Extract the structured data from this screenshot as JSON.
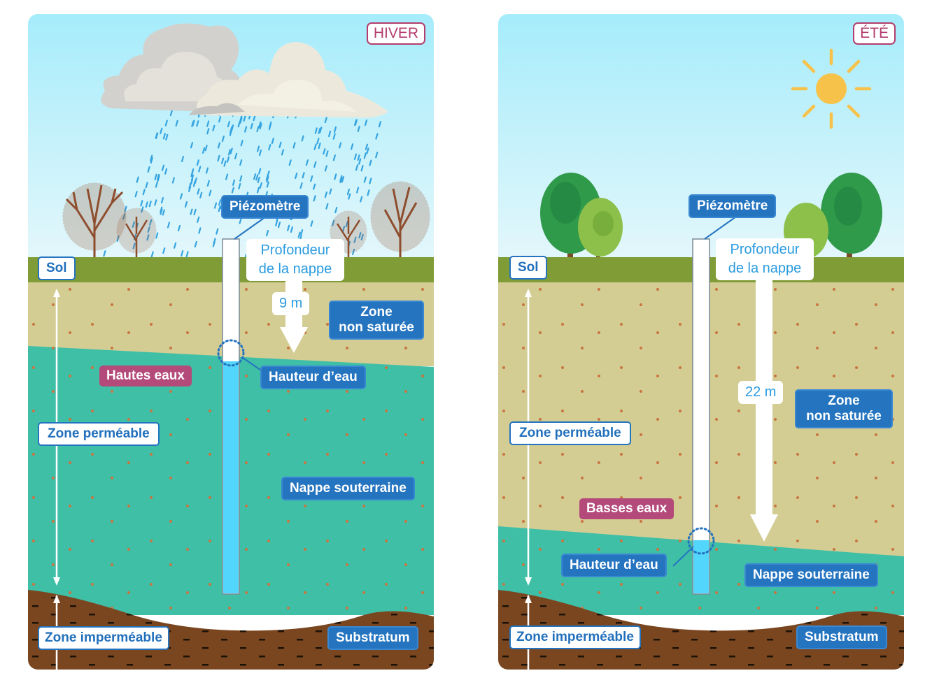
{
  "panels": [
    {
      "id": "hiver",
      "season": "HIVER",
      "weather_icon": "rain-cloud-icon",
      "tree_type": "bare-tree-icon",
      "labels": {
        "piezometre": "Piézomètre",
        "profondeur_line1": "Profondeur",
        "profondeur_line2": "de la nappe",
        "depth": "9 m",
        "zone_non_saturee_line1": "Zone",
        "zone_non_saturee_line2": "non saturée",
        "water_level": "Hautes eaux",
        "hauteur_eau": "Hauteur d’eau",
        "sol": "Sol",
        "zone_permeable": "Zone perméable",
        "nappe": "Nappe souterraine",
        "zone_impermeable": "Zone imperméable",
        "substratum": "Substratum"
      }
    },
    {
      "id": "ete",
      "season": "ÉTÉ",
      "weather_icon": "sun-icon",
      "tree_type": "leafy-tree-icon",
      "labels": {
        "piezometre": "Piézomètre",
        "profondeur_line1": "Profondeur",
        "profondeur_line2": "de la nappe",
        "depth": "22 m",
        "zone_non_saturee_line1": "Zone",
        "zone_non_saturee_line2": "non saturée",
        "water_level": "Basses eaux",
        "hauteur_eau": "Hauteur d’eau",
        "sol": "Sol",
        "zone_permeable": "Zone perméable",
        "nappe": "Nappe souterraine",
        "zone_impermeable": "Zone imperméable",
        "substratum": "Substratum"
      }
    }
  ],
  "colors": {
    "sky_top": "#a6ecfb",
    "sky_bottom": "#e6f8fc",
    "grass": "#7f9c36",
    "unsaturated_soil": "#d3cd94",
    "groundwater": "#40bfa7",
    "substratum": "#7a4620",
    "label_blue": "#2474c0",
    "label_pink": "#b34a7a",
    "piezometer_water": "#52d6fb",
    "sun": "#f7c24a",
    "rain": "#36a4e0"
  }
}
